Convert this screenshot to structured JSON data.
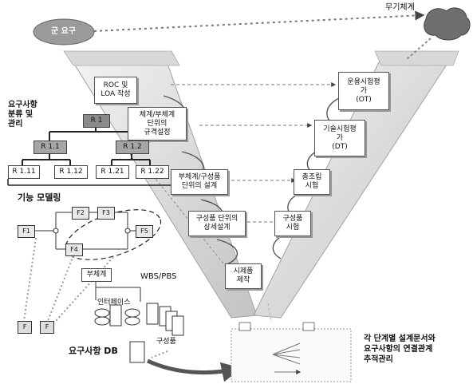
{
  "military_requirement": "군 요구",
  "weapon_system": "무기체계",
  "req_mgmt": "요구사항\n분류 및\n관리",
  "left_steps": [
    "ROC 및\nLOA 작성",
    "체계/부체계\n단위의\n규격설정",
    "부체계/구성품\n단위의 설계",
    "구성품 단위의\n상세설계",
    "시제품\n제작"
  ],
  "right_steps": [
    "운용시험평\n가\n(OT)",
    "기술시험평\n가\n(DT)",
    "총조립\n시험",
    "구성품\n시험"
  ],
  "tree": {
    "root": "R 1",
    "level2": [
      "R 1.1",
      "R 1.2"
    ],
    "level3": [
      "R 1.11",
      "R 1.12",
      "R 1.21",
      "R 1.22"
    ]
  },
  "func_modeling": "기능 모델링",
  "functions": [
    "F1",
    "F2",
    "F3",
    "F4",
    "F5"
  ],
  "bottom_functions": [
    "F",
    "F"
  ],
  "wbs": {
    "title": "WBS/PBS",
    "subsystem": "부체계",
    "interface": "인터페이스",
    "component": "구성품"
  },
  "req_db": "요구사항 DB",
  "trace_note": "각 단계별 설계문서와\n요구사항의 연결관계\n추적관리"
}
